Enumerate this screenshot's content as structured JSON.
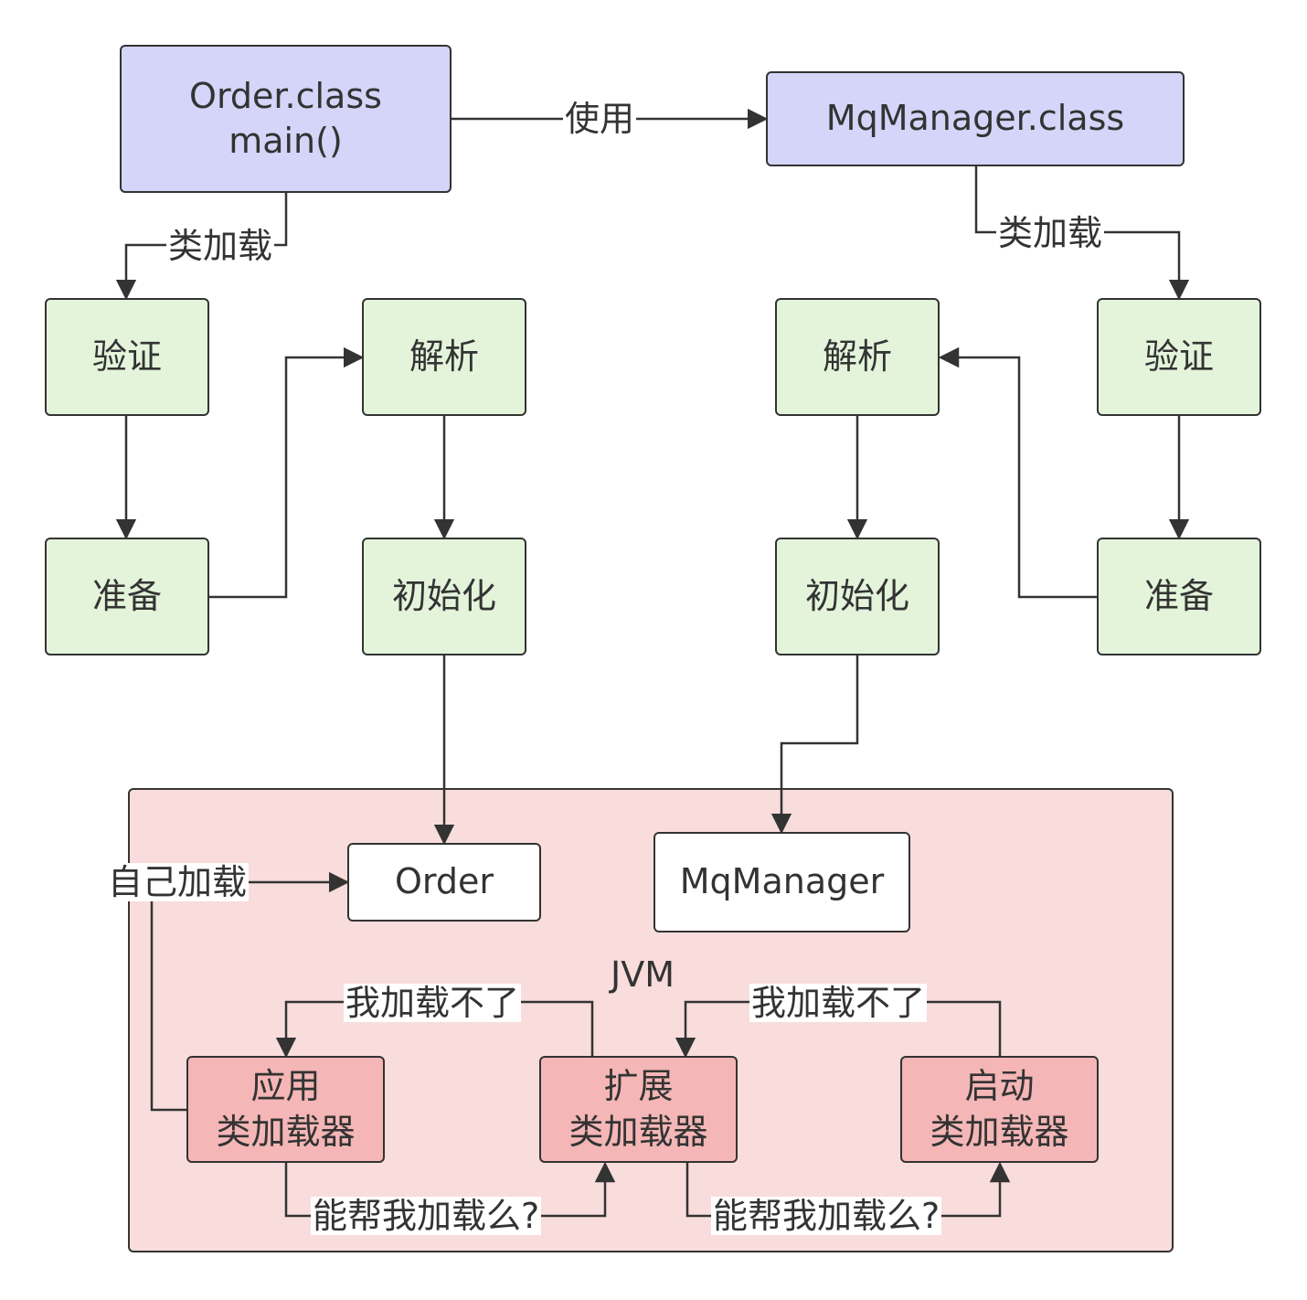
{
  "nodes": {
    "order_class": "Order.class\nmain()",
    "mq_class": "MqManager.class",
    "left_verify": "验证",
    "left_prepare": "准备",
    "left_resolve": "解析",
    "left_init": "初始化",
    "right_resolve": "解析",
    "right_init": "初始化",
    "right_verify": "验证",
    "right_prepare": "准备",
    "order": "Order",
    "mqmanager": "MqManager",
    "app_loader": "应用\n类加载器",
    "ext_loader": "扩展\n类加载器",
    "boot_loader": "启动\n类加载器"
  },
  "edge_labels": {
    "use": "使用",
    "load_left": "类加载",
    "load_right": "类加载",
    "self_load": "自己加载",
    "cannot_1": "我加载不了",
    "cannot_2": "我加载不了",
    "ask_1": "能帮我加载么?",
    "ask_2": "能帮我加载么?"
  },
  "group_label": "JVM",
  "colors": {
    "purple": "#d4d5f8",
    "green": "#e3f4db",
    "pink_box": "#f4b6b6",
    "jvm_bg": "#f9dcdc",
    "stroke": "#333333"
  }
}
